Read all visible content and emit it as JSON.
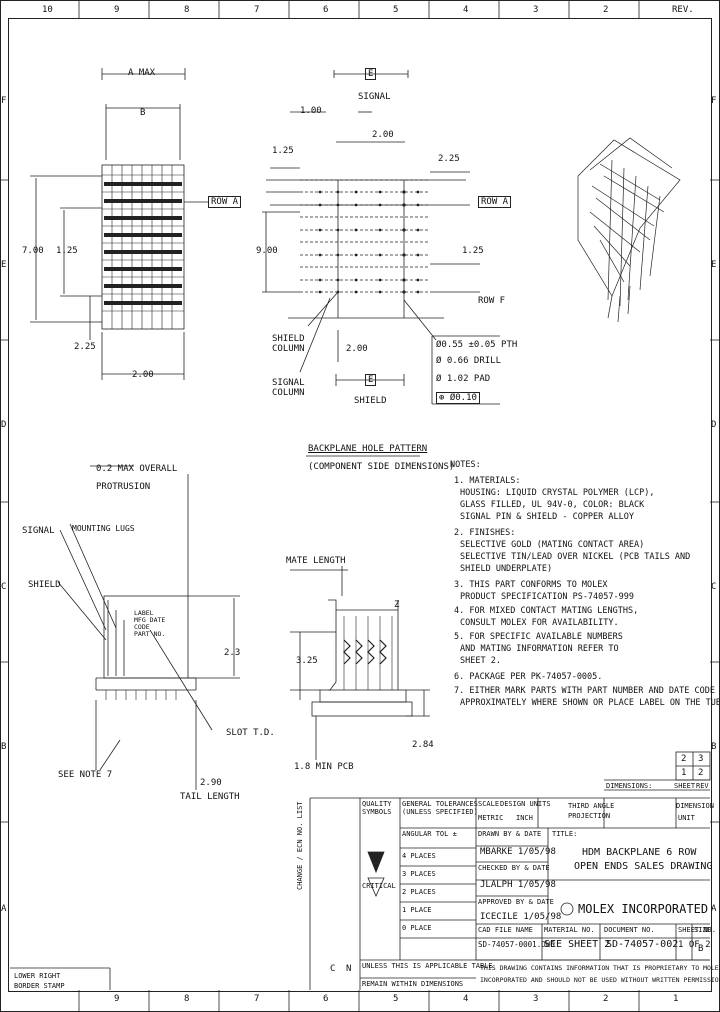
{
  "border": {
    "top_cols": [
      "10",
      "9",
      "8",
      "7",
      "6",
      "5",
      "4",
      "3",
      "2",
      "REV."
    ],
    "bottom_cols": [
      "9",
      "8",
      "7",
      "6",
      "5",
      "4",
      "3",
      "2",
      "1"
    ],
    "rows": [
      "F",
      "E",
      "D",
      "C",
      "B",
      "A"
    ]
  },
  "bottom_left_stamp": [
    "LOWER RIGHT",
    "BORDER STAMP"
  ],
  "view_top_left": {
    "dim_a_max": "A MAX",
    "dim_b": "B",
    "row_a": "ROW A",
    "dim_7_00": "7.00",
    "dim_1_25": "1.25",
    "dim_2_25": "2.25",
    "dim_2_00": "2.00"
  },
  "view_hole_pattern": {
    "dim_e": "E",
    "signal": "SIGNAL",
    "dim_1_00": "1.00",
    "dim_2_00": "2.00",
    "dim_1_25_a": "1.25",
    "dim_2_25": "2.25",
    "row_a": "ROW A",
    "dim_9_00": "9.00",
    "dim_1_25_b": "1.25",
    "row_f": "ROW F",
    "shield_column": [
      "SHIELD",
      "COLUMN"
    ],
    "signal_column": [
      "SIGNAL",
      "COLUMN"
    ],
    "dim_2_00_b": "2.00",
    "dim_e2": "E",
    "shield": "SHIELD",
    "pth": "Ø0.55 ±0.05 PTH",
    "drill": "Ø 0.66 DRILL",
    "pad": "Ø 1.02 PAD",
    "tol": "⊕ Ø0.10",
    "title": "BACKPLANE HOLE PATTERN",
    "subtitle": "(COMPONENT SIDE DIMENSIONS)"
  },
  "view_side": {
    "protrusion": [
      "0.2 MAX OVERALL",
      "PROTRUSION"
    ],
    "signal": "SIGNAL",
    "mounting": "MOUNTING LUGS",
    "shield": "SHIELD",
    "label_inner": [
      "LABEL",
      "MFG DATE",
      "CODE",
      "PART NO."
    ],
    "dim_2_3": "2.3",
    "slot": "SLOT T.D.",
    "see_note": "SEE NOTE 7",
    "tail_dim": "2.90",
    "tail_label": "TAIL LENGTH"
  },
  "view_mate": {
    "mate_length": "MATE LENGTH",
    "dim_z": "Z",
    "dim_3_25": "3.25",
    "dim_2_84": "2.84",
    "pcb_min": "1.8 MIN PCB"
  },
  "notes": {
    "title": "NOTES:",
    "lines": [
      "1. MATERIALS:",
      "   HOUSING: LIQUID CRYSTAL POLYMER (LCP),",
      "      GLASS FILLED, UL 94V-0, COLOR: BLACK",
      "   SIGNAL PIN & SHIELD - COPPER ALLOY",
      "2. FINISHES:",
      "   SELECTIVE GOLD (MATING CONTACT AREA)",
      "   SELECTIVE TIN/LEAD OVER NICKEL (PCB TAILS AND",
      "   SHIELD UNDERPLATE)",
      "3. THIS PART CONFORMS TO MOLEX",
      "   PRODUCT SPECIFICATION PS-74057-999",
      "4. FOR MIXED CONTACT MATING LENGTHS,",
      "   CONSULT MOLEX FOR AVAILABILITY.",
      "5. FOR SPECIFIC AVAILABLE NUMBERS",
      "   AND MATING INFORMATION REFER TO",
      "   SHEET 2.",
      "6. PACKAGE PER PK-74057-0005.",
      "7. EITHER MARK PARTS WITH PART NUMBER AND DATE CODE",
      "   APPROXIMATELY WHERE SHOWN OR PLACE LABEL ON THE TUBE."
    ]
  },
  "rev_table": {
    "rows": [
      [
        "2",
        "3"
      ],
      [
        "1",
        "2"
      ]
    ],
    "headers": [
      "DIMENSIONS:",
      "SHEET",
      "REV"
    ]
  },
  "title_block": {
    "quality_symbols": "QUALITY SYMBOLS",
    "general_tolerances": [
      "GENERAL TOLERANCES",
      "(UNLESS SPECIFIED)"
    ],
    "scale": "SCALE",
    "design_units": "DESIGN UNITS",
    "metric": "METRIC",
    "inch": "INCH",
    "third_angle": "THIRD ANGLE",
    "projection": "PROJECTION",
    "dim_label": "DIMENSION",
    "dimension_unit": "UNIT",
    "angular": "ANGULAR TOL ±",
    "places": [
      "4 PLACES",
      "3 PLACES",
      "2 PLACES",
      "1 PLACE",
      "0 PLACE"
    ],
    "drawn_by": "DRAWN BY & DATE",
    "drawn_name": "MBARKE 1/05/98",
    "checked": "CHECKED BY & DATE",
    "checked_name": "JLALPH 1/05/98",
    "approved": "APPROVED BY & DATE",
    "approved_name": "ICECILE 1/05/98",
    "title_label": "TITLE:",
    "title": [
      "HDM BACKPLANE 6 ROW",
      "OPEN ENDS SALES DRAWING"
    ],
    "company": "MOLEX INCORPORATED",
    "cad_file": "CAD FILE NAME",
    "cad_value": "SD-74057-0001.DWG",
    "material_no": "MATERIAL NO.",
    "material_value": "SEE SHEET 2",
    "doc_no_label": "DOCUMENT NO.",
    "doc_no": "SD-74057-002",
    "sheet_label": "SHEET NO.",
    "sheet": "1 OF 2",
    "size_label": "SIZE",
    "size": "B",
    "general_note": "UNLESS THIS IS APPLICABLE TABLE",
    "general_note2": "REMAIN WITHIN DIMENSIONS",
    "proprietary": "THIS DRAWING CONTAINS INFORMATION THAT IS PROPRIETARY TO MOLEX",
    "proprietary2": "INCORPORATED AND SHOULD NOT BE USED WITHOUT WRITTEN PERMISSION",
    "critical": "CRITICAL",
    "vertical_text": "CHANGE / ECN NO. LIST",
    "bottom_c": "C",
    "bottom_n": "N"
  }
}
